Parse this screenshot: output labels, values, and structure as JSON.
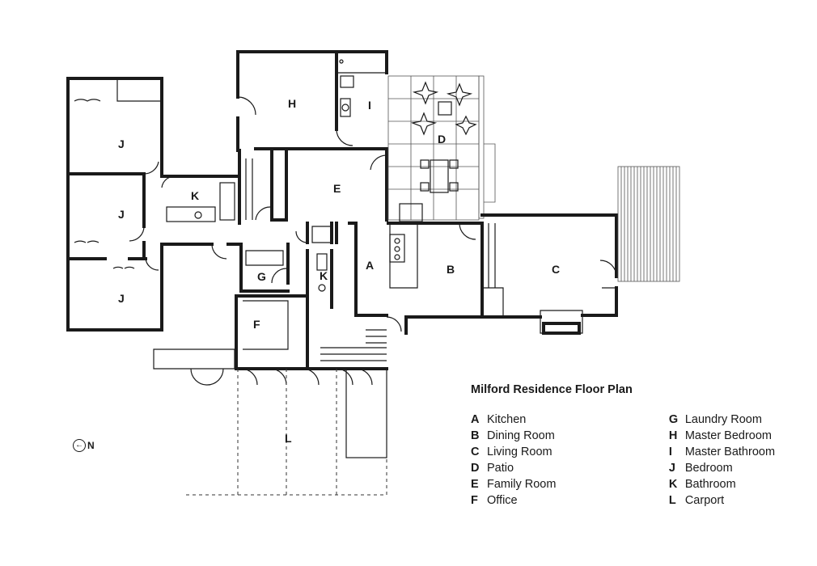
{
  "title": "Milford Residence Floor Plan",
  "north_label": "N",
  "north_arrow_glyph": "←",
  "rooms": {
    "A": "A",
    "B": "B",
    "C": "C",
    "D": "D",
    "E": "E",
    "F": "F",
    "G": "G",
    "H": "H",
    "I": "I",
    "J": "J",
    "K": "K",
    "L": "L"
  },
  "legend_left": [
    {
      "key": "A",
      "label": "Kitchen"
    },
    {
      "key": "B",
      "label": "Dining Room"
    },
    {
      "key": "C",
      "label": "Living Room"
    },
    {
      "key": "D",
      "label": "Patio"
    },
    {
      "key": "E",
      "label": "Family Room"
    },
    {
      "key": "F",
      "label": "Office"
    }
  ],
  "legend_right": [
    {
      "key": "G",
      "label": "Laundry Room"
    },
    {
      "key": "H",
      "label": "Master Bedroom"
    },
    {
      "key": "I",
      "label": "Master Bathroom"
    },
    {
      "key": "J",
      "label": "Bedroom"
    },
    {
      "key": "K",
      "label": "Bathroom"
    },
    {
      "key": "L",
      "label": "Carport"
    }
  ]
}
